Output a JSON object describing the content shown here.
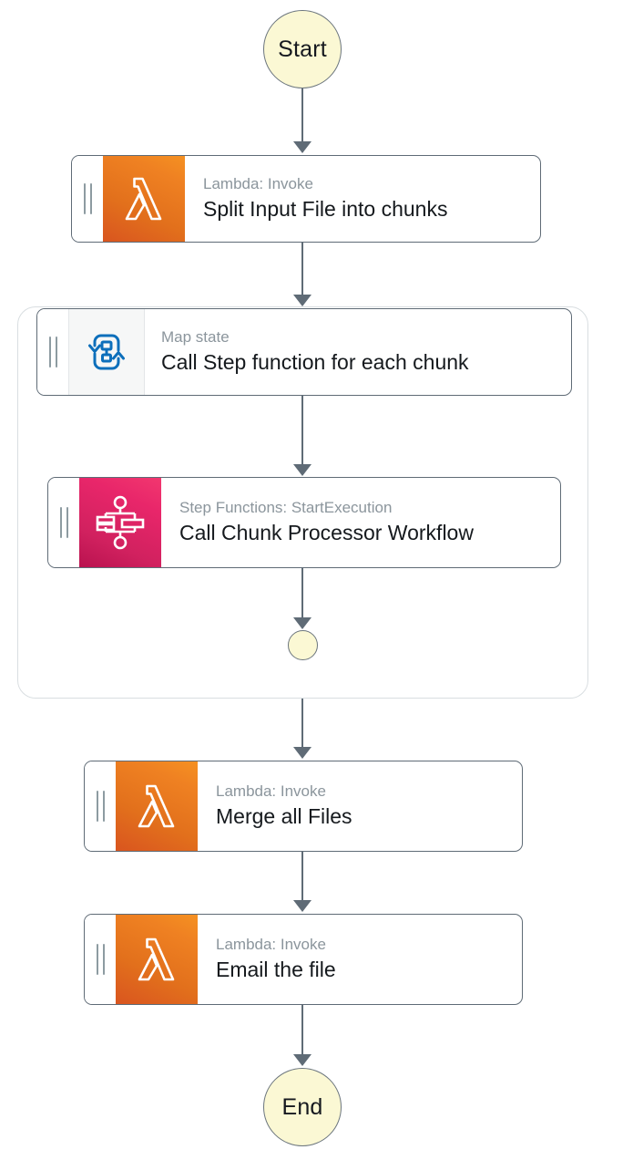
{
  "diagram": {
    "type": "aws-step-functions-workflow",
    "title": "Step Functions workflow graph",
    "background_color": "#ffffff",
    "connector_color": "#5f6b76"
  },
  "nodes": {
    "start": {
      "label": "Start",
      "shape": "circle",
      "fill": "#fbf8d4",
      "border": "#6b757d"
    },
    "split_input": {
      "subtitle": "Lambda: Invoke",
      "title": "Split Input File into chunks",
      "icon": "aws-lambda-icon",
      "icon_color": "#ed8222"
    },
    "map_state": {
      "subtitle": "Map state",
      "title": "Call Step function for each chunk",
      "icon": "map-loop-icon",
      "icon_color": "#0972d3"
    },
    "call_chunk": {
      "subtitle": "Step Functions: StartExecution",
      "title": "Call Chunk Processor Workflow",
      "icon": "aws-step-functions-icon",
      "icon_color": "#e7256a"
    },
    "map_inner_end": {
      "label": "",
      "shape": "circle",
      "fill": "#fbf8d4",
      "border": "#6b757d"
    },
    "merge_files": {
      "subtitle": "Lambda: Invoke",
      "title": "Merge all Files",
      "icon": "aws-lambda-icon",
      "icon_color": "#ed8222"
    },
    "email_file": {
      "subtitle": "Lambda: Invoke",
      "title": "Email the file",
      "icon": "aws-lambda-icon",
      "icon_color": "#ed8222"
    },
    "end": {
      "label": "End",
      "shape": "circle",
      "fill": "#fbf8d4",
      "border": "#6b757d"
    }
  },
  "edges": [
    {
      "from": "start",
      "to": "split_input"
    },
    {
      "from": "split_input",
      "to": "map_state"
    },
    {
      "from": "map_state",
      "to": "call_chunk"
    },
    {
      "from": "call_chunk",
      "to": "map_inner_end"
    },
    {
      "from": "map_state_container",
      "to": "merge_files"
    },
    {
      "from": "merge_files",
      "to": "email_file"
    },
    {
      "from": "email_file",
      "to": "end"
    }
  ]
}
